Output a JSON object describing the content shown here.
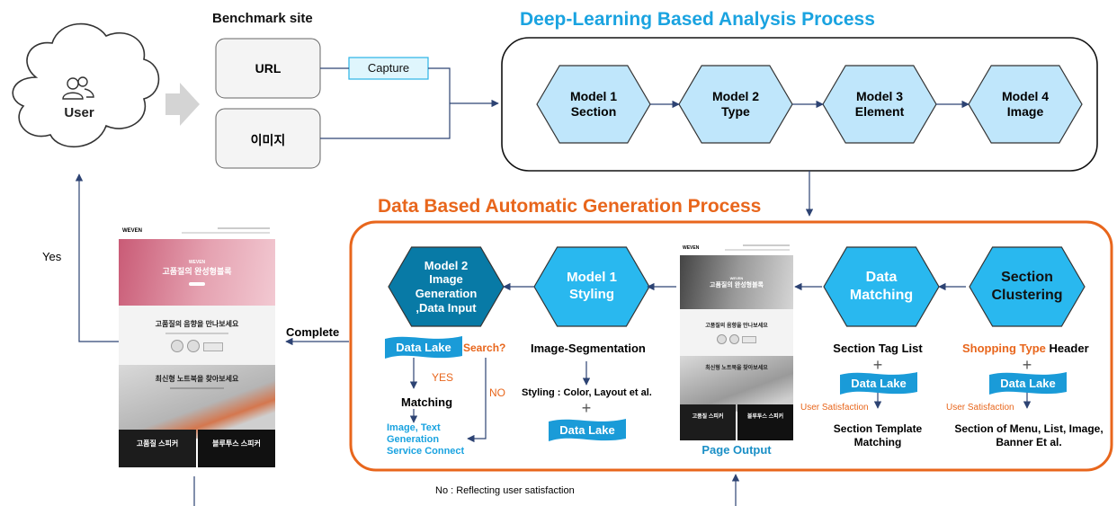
{
  "user": {
    "label": "User"
  },
  "benchmark": {
    "title": "Benchmark site",
    "url_label": "URL",
    "image_label": "이미지",
    "capture_label": "Capture"
  },
  "dl_process": {
    "title": "Deep-Learning Based Analysis Process",
    "models": [
      {
        "line1": "Model 1",
        "line2": "Section"
      },
      {
        "line1": "Model 2",
        "line2": "Type"
      },
      {
        "line1": "Model 3",
        "line2": "Element"
      },
      {
        "line1": "Model 4",
        "line2": "Image"
      }
    ]
  },
  "gen_process": {
    "title": "Data Based Automatic Generation Process",
    "section_clustering": "Section\nClustering",
    "data_matching": "Data\nMatching",
    "model1_styling": "Model 1\nStyling",
    "model2_generation": "Model 2\nImage\nGeneration\n,Data Input",
    "shopping_type": "Shopping Type",
    "header_word": "Header",
    "section_tag_list": "Section Tag List",
    "plus": "+",
    "data_lake": "Data Lake",
    "user_satisfaction": "User Satisfaction",
    "section_of_menu": "Section of Menu, List, Image,\nBanner Et al.",
    "section_template": "Section Template\nMatching",
    "page_output": "Page Output",
    "image_segmentation": "Image-Segmentation",
    "styling_desc": "Styling : Color, Layout et al.",
    "search": "Search?",
    "yes": "YES",
    "no": "NO",
    "matching": "Matching",
    "connect": "Image, Text\nGeneration\nService Connect"
  },
  "flow": {
    "yes_label": "Yes",
    "complete_label": "Complete",
    "no_feedback": "No : Reflecting user satisfaction"
  },
  "mock_page": {
    "brand": "WEVEN",
    "hero_small": "WEVEN",
    "hero_text": "고품질의 완성형블록",
    "section2": "고품질의 음향을 만나보세요",
    "section3": "최신형 노트북을 찾아보세요",
    "tile1": "고품질 스피커",
    "tile2": "블루투스 스피커"
  },
  "colors": {
    "blue_title": "#1aa3e0",
    "orange": "#e8661c",
    "navy": "#2d4373",
    "hex_light": "#bfe6fb",
    "hex_mid": "#29b8ef",
    "hex_dark": "#087aa6",
    "flag": "#1a9bd8"
  }
}
